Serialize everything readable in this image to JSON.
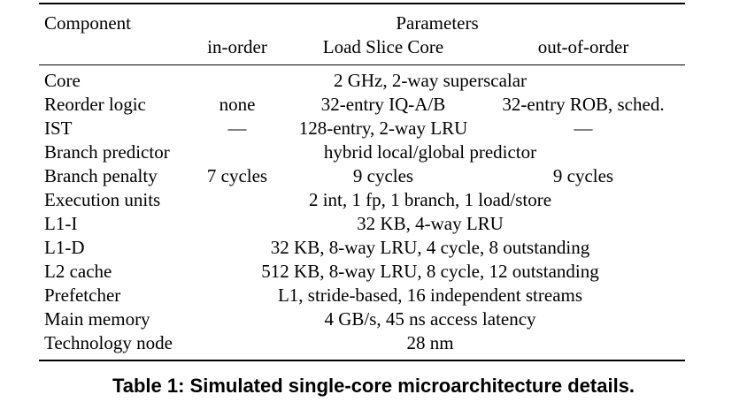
{
  "table": {
    "header": {
      "component": "Component",
      "parameters": "Parameters",
      "in_order": "in-order",
      "load_slice_core": "Load Slice Core",
      "out_of_order": "out-of-order"
    },
    "rows": [
      {
        "component": "Core",
        "all": "2 GHz, 2-way superscalar"
      },
      {
        "component": "Reorder logic",
        "in_order": "none",
        "load_slice_core": "32-entry IQ-A/B",
        "out_of_order": "32-entry ROB, sched."
      },
      {
        "component": "IST",
        "in_order": "—",
        "load_slice_core": "128-entry, 2-way LRU",
        "out_of_order": "—"
      },
      {
        "component": "Branch predictor",
        "all": "hybrid local/global predictor"
      },
      {
        "component": "Branch penalty",
        "in_order": "7 cycles",
        "load_slice_core": "9 cycles",
        "out_of_order": "9 cycles"
      },
      {
        "component": "Execution units",
        "all": "2 int, 1 fp, 1 branch, 1 load/store"
      },
      {
        "component": "L1-I",
        "all": "32 KB, 4-way LRU"
      },
      {
        "component": "L1-D",
        "all": "32 KB, 8-way LRU, 4 cycle, 8 outstanding"
      },
      {
        "component": "L2 cache",
        "all": "512 KB, 8-way LRU, 8 cycle, 12 outstanding"
      },
      {
        "component": "Prefetcher",
        "all": "L1, stride-based, 16 independent streams"
      },
      {
        "component": "Main memory",
        "all": "4 GB/s, 45 ns access latency"
      },
      {
        "component": "Technology node",
        "all": "28 nm"
      }
    ]
  },
  "caption": "Table 1:  Simulated single-core microarchitecture details."
}
